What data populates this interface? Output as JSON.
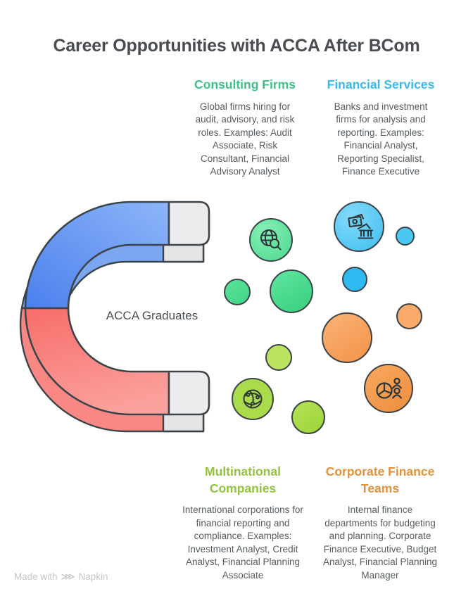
{
  "title": "Career Opportunities with ACCA After BCom",
  "magnet": {
    "label": "ACCA Graduates",
    "pole_top_color": "#6f9ff2",
    "pole_bottom_color": "#f87c79",
    "tip_color": "#ececee"
  },
  "sections": [
    {
      "title": "Consulting Firms",
      "color": "#3fc287",
      "body": "Global firms hiring for audit, advisory, and risk roles. Examples: Audit Associate, Risk Consultant, Financial Advisory Analyst"
    },
    {
      "title": "Financial Services",
      "color": "#3bb9e8",
      "body": "Banks and investment firms for analysis and reporting. Examples: Financial Analyst, Reporting Specialist, Finance Executive"
    },
    {
      "title": "Multinational Companies",
      "color": "#93c43d",
      "body": "International corporations for financial reporting and compliance. Examples: Investment Analyst, Credit Analyst, Financial Planning Associate"
    },
    {
      "title": "Corporate Finance Teams",
      "color": "#e2923b",
      "body": "Internal finance departments for budgeting and planning. Corporate Finance Executive, Budget Analyst, Financial Planning Manager"
    }
  ],
  "bubbles": [
    {
      "icon": "globe-search-icon",
      "color": "#4cd98e"
    },
    {
      "icon": "bank-money-icon",
      "color": "#3ebef1"
    },
    {
      "icon": "plain-circle",
      "color": "#4cc6f2"
    },
    {
      "icon": "plain-circle",
      "color": "#3fd687"
    },
    {
      "icon": "plain-circle",
      "color": "#35cf7d"
    },
    {
      "icon": "plain-circle",
      "color": "#2eb9f0"
    },
    {
      "icon": "plain-circle",
      "color": "#f29349"
    },
    {
      "icon": "plain-circle",
      "color": "#f9aa68"
    },
    {
      "icon": "plain-circle",
      "color": "#bae45f"
    },
    {
      "icon": "network-globe-icon",
      "color": "#aadb4b"
    },
    {
      "icon": "plain-circle",
      "color": "#9bd436"
    },
    {
      "icon": "pie-chart-people-icon",
      "color": "#ee8d3c"
    }
  ],
  "watermark": {
    "prefix": "Made with",
    "brand": "Napkin",
    "logo_icon": "napkin-chevrons-icon",
    "glyph": "⋙"
  }
}
